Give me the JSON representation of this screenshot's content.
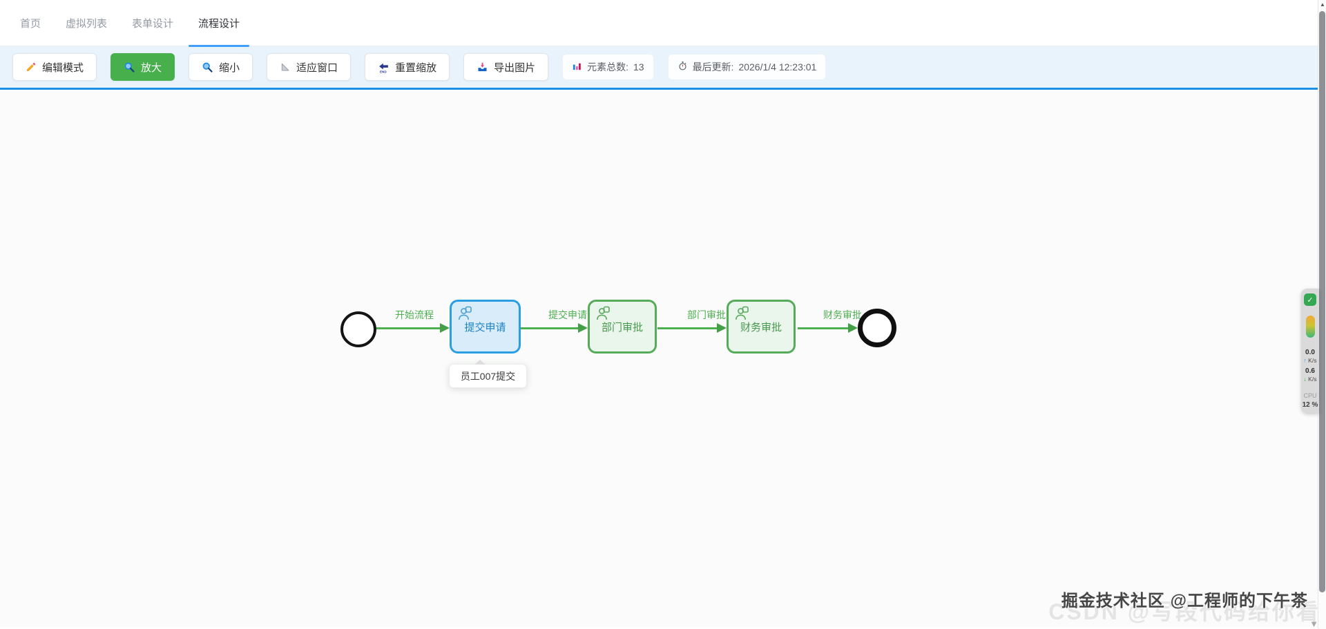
{
  "tabs": {
    "items": [
      {
        "label": "首页",
        "active": false
      },
      {
        "label": "虚拟列表",
        "active": false
      },
      {
        "label": "表单设计",
        "active": false
      },
      {
        "label": "流程设计",
        "active": true
      }
    ]
  },
  "toolbar": {
    "edit_mode": "编辑模式",
    "zoom_in": "放大",
    "zoom_out": "缩小",
    "fit_window": "适应窗口",
    "reset_zoom": "重置缩放",
    "reset_icon_text": "END",
    "export_image": "导出图片",
    "stats": {
      "elements_label": "元素总数:",
      "elements_count": "13",
      "updated_label": "最后更新:",
      "updated_value": "2026/1/4 12:23:01"
    }
  },
  "flow": {
    "nodes": [
      {
        "label": "提交申请",
        "type": "user-task",
        "state": "selected",
        "border_color": "#2a9ee2"
      },
      {
        "label": "部门审批",
        "type": "user-task",
        "state": "normal",
        "border_color": "#55ab5a"
      },
      {
        "label": "财务审批",
        "type": "user-task",
        "state": "normal",
        "border_color": "#55ab5a"
      }
    ],
    "edges": [
      {
        "label": "开始流程"
      },
      {
        "label": "提交申请"
      },
      {
        "label": "部门审批"
      },
      {
        "label": "财务审批"
      }
    ],
    "events": [
      {
        "name": "start-event"
      },
      {
        "name": "end-event"
      }
    ],
    "tooltip": "员工007提交",
    "edge_color": "#4caf50"
  },
  "monitor": {
    "shield_check": "✓",
    "up_arrow": "↑",
    "up_value": "0.0",
    "up_unit": "K/s",
    "down_arrow": "↓",
    "down_value": "0.6",
    "down_unit": "K/s",
    "cpu_label": "CPU",
    "cpu_value": "12 %"
  },
  "scrollbar": {
    "up_glyph": "▲",
    "down_glyph": "▼"
  },
  "watermark": {
    "primary": "掘金技术社区 @工程师的下午茶",
    "ghost": "CSDN @写段代码给你看"
  },
  "colors": {
    "accent_blue": "#409eff",
    "toolbar_bg": "#e8f3fc",
    "toolbar_line": "#1a8fe3",
    "green_button": "#47af4c",
    "flow_green": "#4caf50",
    "node_blue_border": "#2a9ee2",
    "node_blue_fill": "#d9ecf9",
    "node_green_border": "#55ab5a",
    "node_green_fill": "#eaf6ec"
  }
}
